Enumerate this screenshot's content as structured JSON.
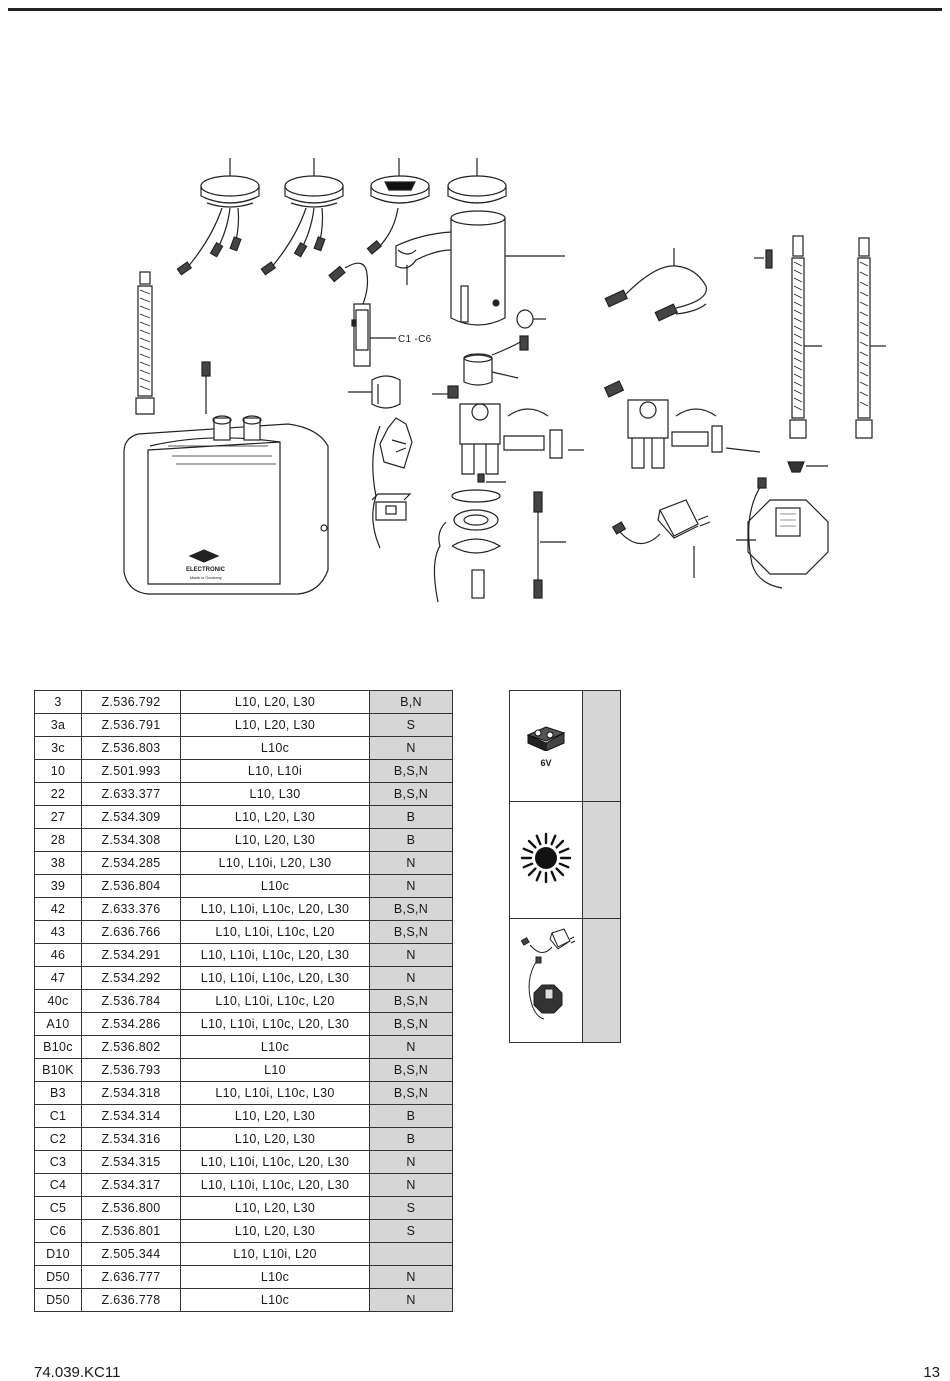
{
  "diagram": {
    "callout_c1c6": "C1 -C6",
    "housing_logo_text": "ELECTRONIC",
    "housing_logo_subtext": "Made in Germany"
  },
  "parts_table": {
    "rows": [
      {
        "pos": "3",
        "part_no": "Z.536.792",
        "models": "L10, L20, L30",
        "code": "B,N"
      },
      {
        "pos": "3a",
        "part_no": "Z.536.791",
        "models": "L10, L20, L30",
        "code": "S"
      },
      {
        "pos": "3c",
        "part_no": "Z.536.803",
        "models": "L10c",
        "code": "N"
      },
      {
        "pos": "10",
        "part_no": "Z.501.993",
        "models": "L10, L10i",
        "code": "B,S,N"
      },
      {
        "pos": "22",
        "part_no": "Z.633.377",
        "models": "L10, L30",
        "code": "B,S,N"
      },
      {
        "pos": "27",
        "part_no": "Z.534.309",
        "models": "L10, L20, L30",
        "code": "B"
      },
      {
        "pos": "28",
        "part_no": "Z.534.308",
        "models": "L10, L20, L30",
        "code": "B"
      },
      {
        "pos": "38",
        "part_no": "Z.534.285",
        "models": "L10, L10i, L20, L30",
        "code": "N"
      },
      {
        "pos": "39",
        "part_no": "Z.536.804",
        "models": "L10c",
        "code": "N"
      },
      {
        "pos": "42",
        "part_no": "Z.633.376",
        "models": "L10, L10i, L10c, L20, L30",
        "code": "B,S,N"
      },
      {
        "pos": "43",
        "part_no": "Z.636.766",
        "models": "L10, L10i, L10c, L20",
        "code": "B,S,N"
      },
      {
        "pos": "46",
        "part_no": "Z.534.291",
        "models": "L10, L10i, L10c, L20, L30",
        "code": "N"
      },
      {
        "pos": "47",
        "part_no": "Z.534.292",
        "models": "L10, L10i, L10c, L20, L30",
        "code": "N"
      },
      {
        "pos": "40c",
        "part_no": "Z.536.784",
        "models": "L10, L10i, L10c, L20",
        "code": "B,S,N"
      },
      {
        "pos": "A10",
        "part_no": "Z.534.286",
        "models": "L10, L10i, L10c, L20, L30",
        "code": "B,S,N"
      },
      {
        "pos": "B10c",
        "part_no": "Z.536.802",
        "models": "L10c",
        "code": "N"
      },
      {
        "pos": "B10K",
        "part_no": "Z.536.793",
        "models": "L10",
        "code": "B,S,N"
      },
      {
        "pos": "B3",
        "part_no": "Z.534.318",
        "models": "L10, L10i, L10c, L30",
        "code": "B,S,N"
      },
      {
        "pos": "C1",
        "part_no": "Z.534.314",
        "models": "L10, L20, L30",
        "code": "B"
      },
      {
        "pos": "C2",
        "part_no": "Z.534.316",
        "models": "L10, L20, L30",
        "code": "B"
      },
      {
        "pos": "C3",
        "part_no": "Z.534.315",
        "models": "L10, L10i, L10c, L20, L30",
        "code": "N"
      },
      {
        "pos": "C4",
        "part_no": "Z.534.317",
        "models": "L10, L10i, L10c, L20, L30",
        "code": "N"
      },
      {
        "pos": "C5",
        "part_no": "Z.536.800",
        "models": "L10, L20, L30",
        "code": "S"
      },
      {
        "pos": "C6",
        "part_no": "Z.536.801",
        "models": "L10, L20, L30",
        "code": "S"
      },
      {
        "pos": "D10",
        "part_no": "Z.505.344",
        "models": "L10, L10i, L20",
        "code": ""
      },
      {
        "pos": "D50",
        "part_no": "Z.636.777",
        "models": "L10c",
        "code": "N"
      },
      {
        "pos": "D50",
        "part_no": "Z.636.778",
        "models": "L10c",
        "code": "N"
      }
    ]
  },
  "legend": {
    "battery_label": "6V",
    "battery_icon": "battery-icon",
    "sun_icon": "sun-icon",
    "adapter_icon": "power-adapter-icon"
  },
  "footer": {
    "doc_code": "74.039.KC11",
    "page_number": "13"
  },
  "colors": {
    "shade": "#d6d6d6",
    "line": "#333333"
  }
}
